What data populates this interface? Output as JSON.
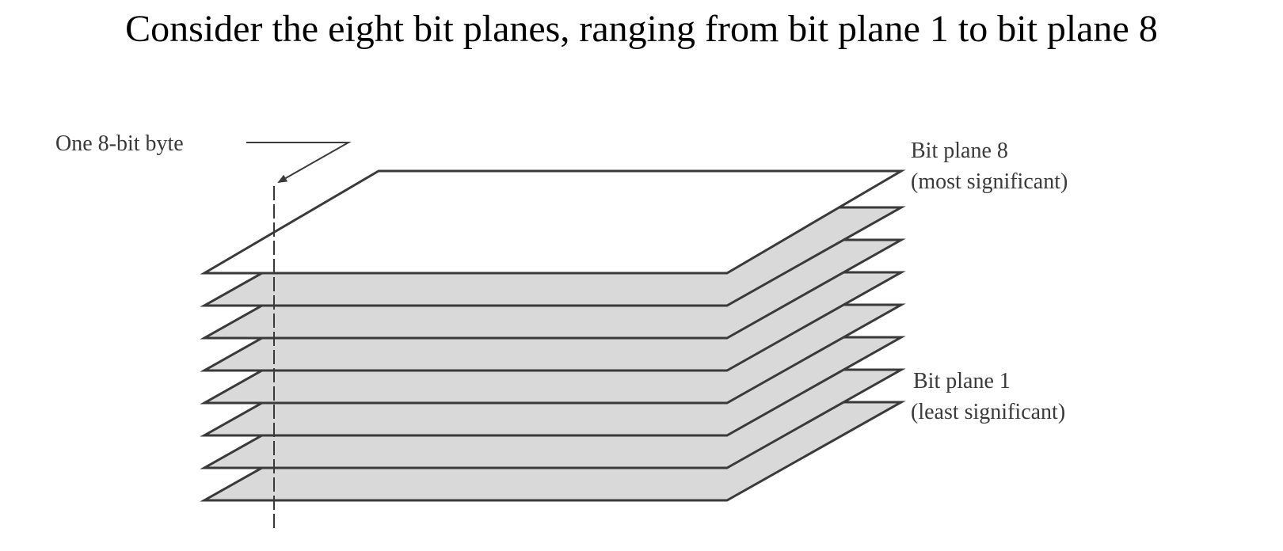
{
  "question": {
    "text": "Consider the eight bit planes, ranging from bit plane 1 to bit plane 8"
  },
  "diagram": {
    "byte_label": "One 8-bit byte",
    "top_plane": {
      "title": "Bit plane 8",
      "note": "(most significant)"
    },
    "bottom_plane": {
      "title": "Bit plane 1",
      "note": "(least significant)"
    },
    "plane_count": 8,
    "colors": {
      "plane_fill_lower": "#d9d9d9",
      "plane_fill_top": "#ffffff",
      "plane_stroke": "#3a3a3a",
      "text": "#3a3a3a"
    }
  }
}
